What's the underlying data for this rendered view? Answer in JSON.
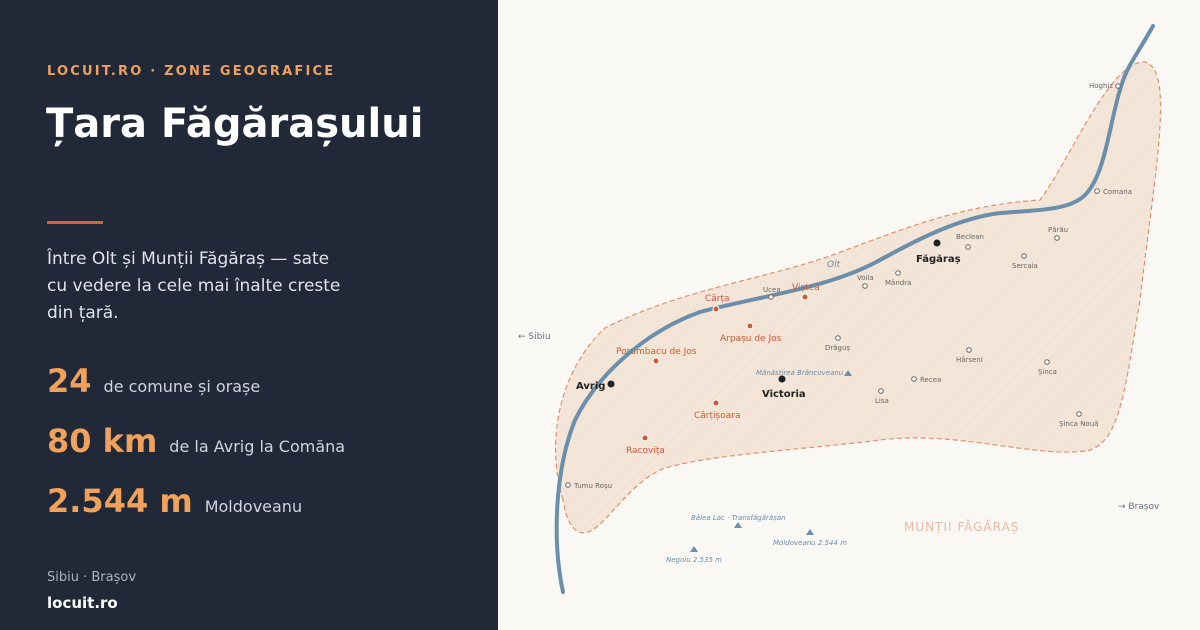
{
  "sidebar": {
    "kicker": "LOCUIT.RO · ZONE GEOGRAFICE",
    "title": "Țara Făgărașului",
    "description": "Între Olt și Munții Făgăraș — sate cu vedere la cele mai înalte creste din țară.",
    "stats": [
      {
        "value": "24",
        "label": "de comune și orașe"
      },
      {
        "value": "80 km",
        "label": "de la Avrig la Comăna"
      },
      {
        "value": "2.544 m",
        "label": "Moldoveanu"
      }
    ],
    "regions": "Sibiu · Brașov",
    "site": "locuit.ro"
  },
  "map": {
    "river_name": "Olt",
    "mountains_label": "MUNȚII FĂGĂRAȘ",
    "direction_west": "← Sibiu",
    "direction_east": "→ Brașov",
    "main_towns": [
      "Avrig",
      "Victoria",
      "Făgăraș"
    ],
    "highlighted_villages": [
      "Porumbacu de Jos",
      "Cârța",
      "Viștea",
      "Arpașu de Jos",
      "Cârțișoara",
      "Racovița"
    ],
    "other_villages": [
      "Hoghiz",
      "Comana",
      "Beclean",
      "Părău",
      "Sercaia",
      "Ucea",
      "Voila",
      "Mândra",
      "Drăguș",
      "Hârseni",
      "Șinca",
      "Recea",
      "Lisa",
      "Șinca Nouă",
      "Tumu Roșu"
    ],
    "landmarks": [
      "Mânăstirea Brâncoveanu",
      "Bâlea Lac · Transfăgărășan",
      "Moldoveanu 2.544 m",
      "Negoiu 2.535 m"
    ],
    "colors": {
      "accent": "#f0a15c",
      "highlight": "#cc5a38",
      "river": "#6b8eaa",
      "region_fill": "#f3e5d8",
      "sidebar_bg": "#212938"
    }
  }
}
